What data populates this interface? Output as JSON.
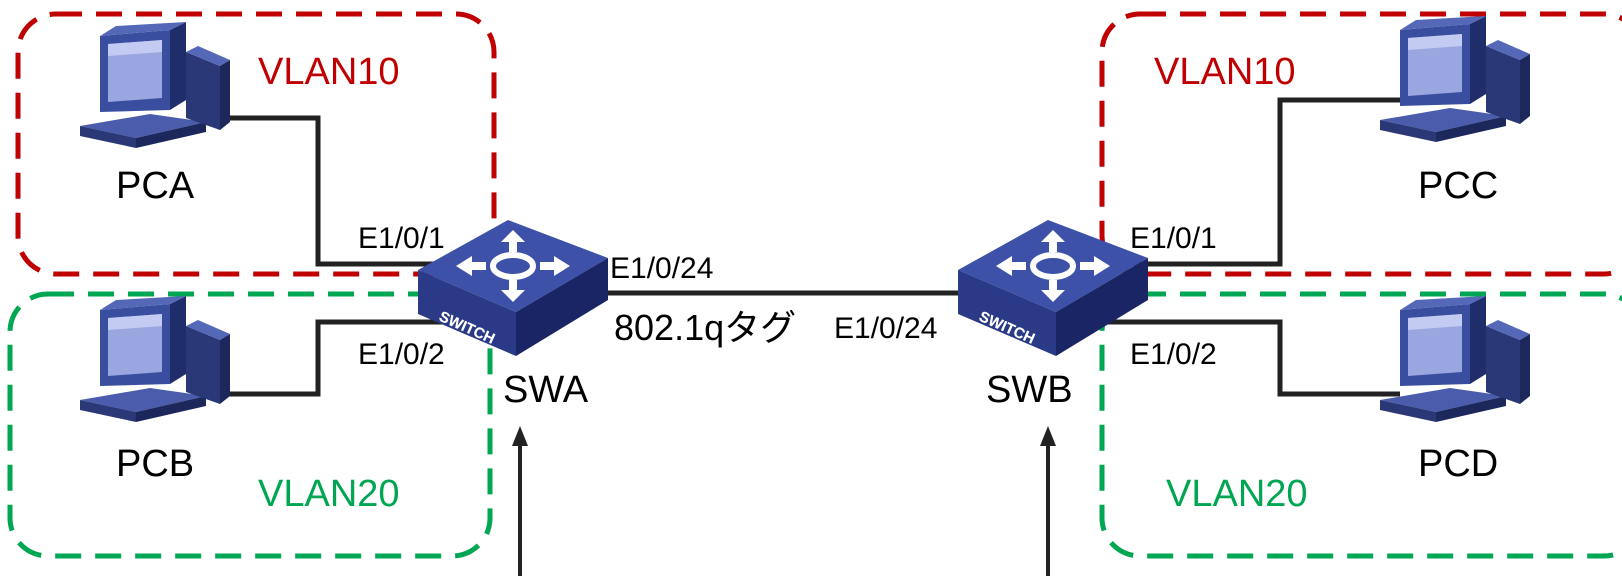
{
  "vlans": {
    "vlan10_label": "VLAN10",
    "vlan20_label": "VLAN20",
    "vlan10_color": "#c00000",
    "vlan20_color": "#00a651"
  },
  "devices": {
    "pca": "PCA",
    "pcb": "PCB",
    "pcc": "PCC",
    "pcd": "PCD",
    "swa": "SWA",
    "swb": "SWB",
    "switch_badge": "SWITCH"
  },
  "ports": {
    "swa_e1": "E1/0/1",
    "swa_e2": "E1/0/2",
    "swa_e24": "E1/0/24",
    "swb_e1": "E1/0/1",
    "swb_e2": "E1/0/2",
    "swb_e24": "E1/0/24"
  },
  "trunk": {
    "tag_label": "802.1qタグ"
  },
  "icons": {
    "pc": "desktop-computer-icon",
    "switch": "network-switch-icon"
  }
}
